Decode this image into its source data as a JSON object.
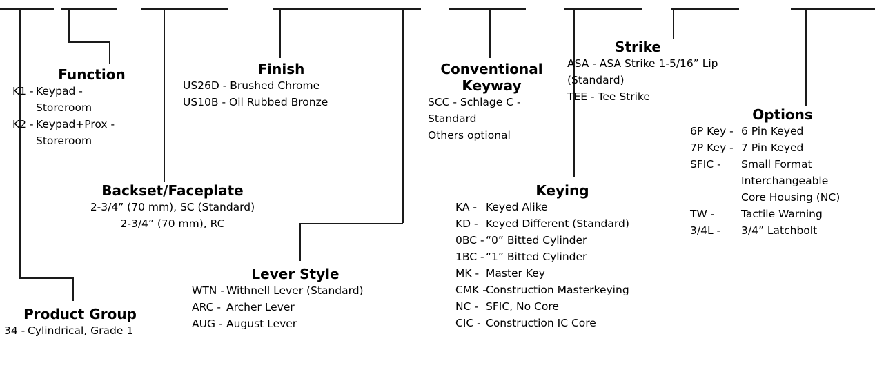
{
  "diagram": {
    "kind": "product-numbering-tree",
    "line_color": "#1a1a1a",
    "background": "#ffffff"
  },
  "blocks": {
    "product_group": {
      "title": "Product Group",
      "rows": [
        {
          "code": "34 -",
          "desc": "Cylindrical, Grade 1"
        }
      ]
    },
    "function": {
      "title": "Function",
      "rows": [
        {
          "code": "K1 -",
          "desc": "Keypad -"
        },
        {
          "code": "",
          "desc": "Storeroom"
        },
        {
          "code": "K2 -",
          "desc": "Keypad+Prox -"
        },
        {
          "code": "",
          "desc": "Storeroom"
        }
      ]
    },
    "backset_faceplate": {
      "title": "Backset/Faceplate",
      "rows": [
        {
          "code": "",
          "desc": "2-3/4” (70 mm), SC (Standard)"
        },
        {
          "code": "",
          "desc": "2-3/4” (70 mm), RC"
        }
      ]
    },
    "finish": {
      "title": "Finish",
      "rows": [
        {
          "code": "",
          "desc": "US26D - Brushed Chrome"
        },
        {
          "code": "",
          "desc": "US10B - Oil Rubbed Bronze"
        }
      ]
    },
    "lever_style": {
      "title": "Lever Style",
      "rows": [
        {
          "code": "WTN -",
          "desc": "Withnell Lever (Standard)"
        },
        {
          "code": "ARC -",
          "desc": "Archer Lever"
        },
        {
          "code": "AUG -",
          "desc": "August Lever"
        }
      ]
    },
    "conventional_keyway": {
      "title_line1": "Conventional",
      "title_line2": "Keyway",
      "rows": [
        {
          "code": "",
          "desc": "SCC - Schlage C -"
        },
        {
          "code": "",
          "desc": "Standard"
        },
        {
          "code": "",
          "desc": "Others optional"
        }
      ]
    },
    "keying": {
      "title": "Keying",
      "rows": [
        {
          "code": "KA -",
          "desc": "Keyed Alike"
        },
        {
          "code": "KD -",
          "desc": "Keyed Different (Standard)"
        },
        {
          "code": "0BC -",
          "desc": "“0” Bitted Cylinder"
        },
        {
          "code": "1BC -",
          "desc": "“1” Bitted Cylinder"
        },
        {
          "code": "MK -",
          "desc": "Master Key"
        },
        {
          "code": "CMK -",
          "desc": "Construction Masterkeying"
        },
        {
          "code": "NC -",
          "desc": "SFIC, No Core"
        },
        {
          "code": "CIC -",
          "desc": "Construction IC Core"
        }
      ]
    },
    "strike": {
      "title": "Strike",
      "rows": [
        {
          "code": "",
          "desc": "ASA - ASA Strike 1-5/16” Lip"
        },
        {
          "code": "",
          "desc": "(Standard)"
        },
        {
          "code": "",
          "desc": "TEE - Tee Strike"
        }
      ]
    },
    "options": {
      "title": "Options",
      "rows": [
        {
          "code": "6P Key -",
          "desc": "6 Pin Keyed"
        },
        {
          "code": "7P Key -",
          "desc": "7 Pin Keyed"
        },
        {
          "code": "SFIC -",
          "desc": "Small Format"
        },
        {
          "code": "",
          "desc": "Interchangeable"
        },
        {
          "code": "",
          "desc": "Core Housing (NC)"
        },
        {
          "code": "TW -",
          "desc": "Tactile Warning"
        },
        {
          "code": "3/4L -",
          "desc": "3/4” Latchbolt"
        }
      ]
    }
  }
}
